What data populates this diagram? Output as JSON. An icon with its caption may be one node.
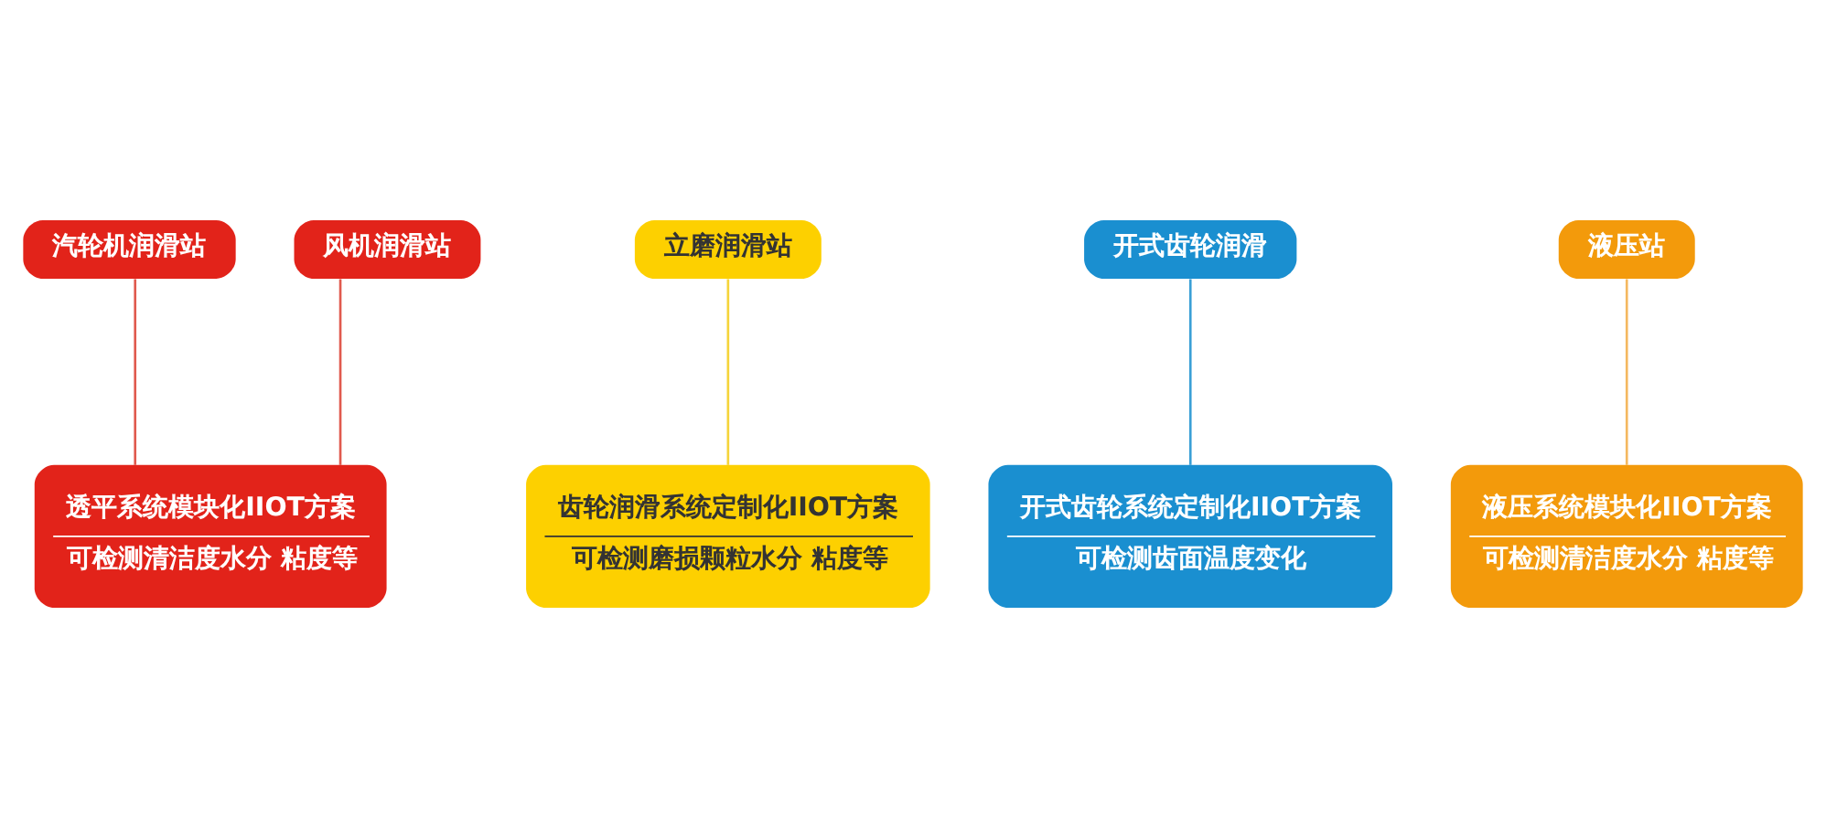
{
  "diagram": {
    "nodes": [
      {
        "text": [
          "汽轮机润滑站"
        ]
      },
      {
        "text": [
          "风机润滑站"
        ]
      },
      {
        "text": [
          "立磨润滑站"
        ]
      },
      {
        "text": [
          "开式齿轮润滑"
        ]
      },
      {
        "text": [
          "液压站"
        ]
      },
      {
        "text": [
          "透平系统模块化IIOT方案",
          "可检测清洁度水分 粘度等"
        ]
      },
      {
        "text": [
          "齿轮润滑系统定制化IIOT方案",
          "可检测磨损颗粒水分 粘度等"
        ]
      },
      {
        "text": [
          "开式齿轮系统定制化IIOT方案",
          "可检测齿面温度变化"
        ]
      },
      {
        "text": [
          "液压系统模块化IIOT方案",
          "可检测清洁度水分 粘度等"
        ]
      }
    ],
    "edges": [
      {
        "from": 0,
        "to": 5,
        "arrow": "none",
        "color": "#e05a4e"
      },
      {
        "from": 1,
        "to": 5,
        "arrow": "none",
        "color": "#e05a4e"
      },
      {
        "from": 2,
        "to": 6,
        "arrow": "none",
        "color": "#f5d43a"
      },
      {
        "from": 3,
        "to": 7,
        "arrow": "none",
        "color": "#3a9fd6"
      },
      {
        "from": 4,
        "to": 8,
        "arrow": "none",
        "color": "#f4b860"
      }
    ]
  }
}
